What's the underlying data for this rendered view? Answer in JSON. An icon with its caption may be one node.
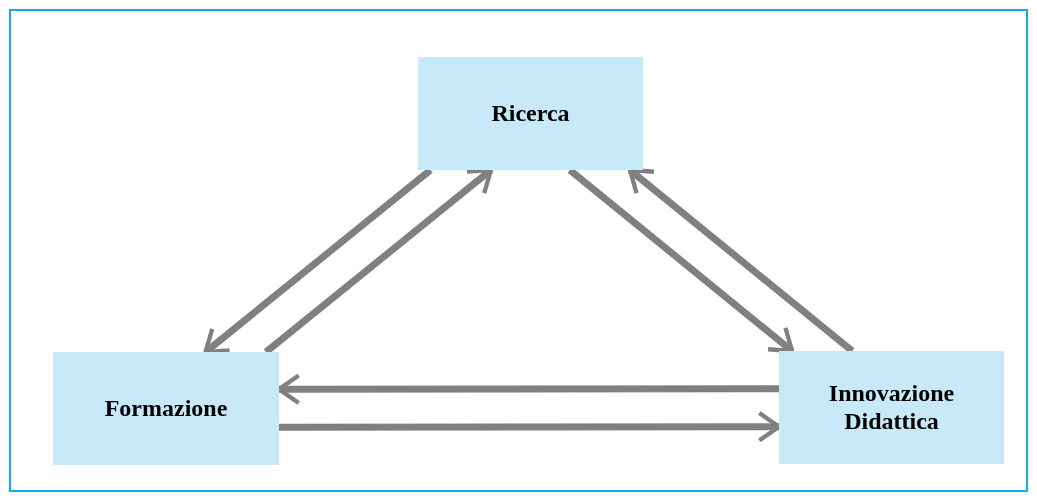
{
  "diagram": {
    "nodes": [
      {
        "text": [
          "Ricerca"
        ]
      },
      {
        "text": [
          "Formazione"
        ]
      },
      {
        "text": [
          "Innovazione Didattica"
        ]
      }
    ],
    "edges": [
      {
        "from": 0,
        "to": 1,
        "arrow": "to"
      },
      {
        "from": 1,
        "to": 0,
        "arrow": "to"
      },
      {
        "from": 2,
        "to": 0,
        "arrow": "to"
      },
      {
        "from": 0,
        "to": 2,
        "arrow": "to"
      },
      {
        "from": 2,
        "to": 1,
        "arrow": "to"
      },
      {
        "from": 1,
        "to": 2,
        "arrow": "to"
      }
    ]
  }
}
